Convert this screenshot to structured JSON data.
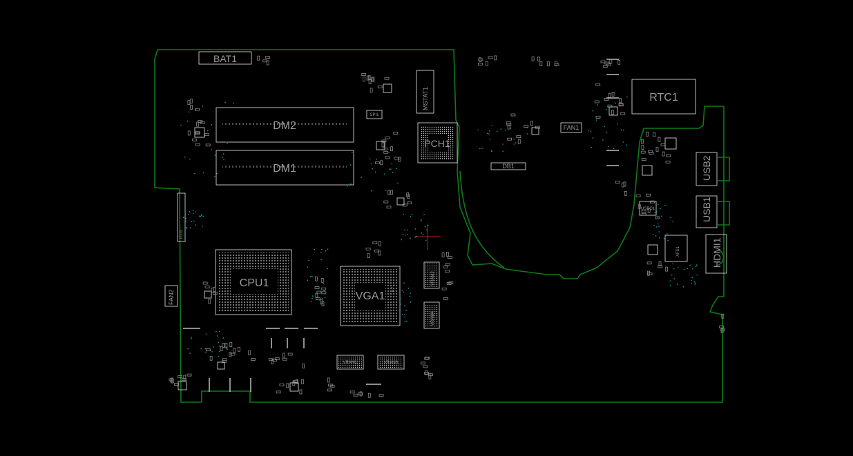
{
  "board": {
    "outline_color": "#0f7a1a",
    "silkscreen_color": "#bdbdbd",
    "via_color": "#1fa3a8",
    "background": "#000000"
  },
  "components": {
    "bat1": "BAT1",
    "dm2": "DM2",
    "dm1": "DM1",
    "mstat1": "MSTAT1",
    "pch1": "PCH1",
    "fan1": "FAN1",
    "db1": "DB1",
    "rtc1": "RTC1",
    "usb2": "USB2",
    "usb1": "USB1",
    "hdmi1": "HDMI1",
    "cpu1": "CPU1",
    "vga1": "VGA1",
    "fan2": "FAN2",
    "vram1": "VRAM1",
    "vram3": "VRAM3",
    "vram2": "VRAM2",
    "vram4": "VRAM4",
    "xfs1": "XFS1",
    "spi1": "SPI1",
    "usbc1": "USBC1",
    "ioj1": "IOJ1"
  }
}
